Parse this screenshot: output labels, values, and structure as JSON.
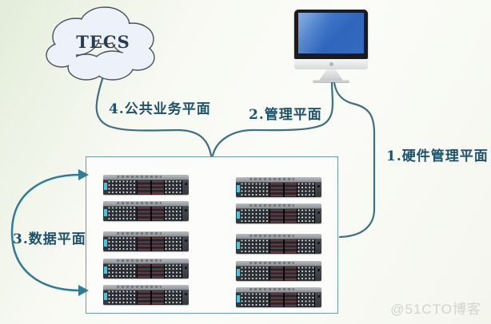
{
  "diagram": {
    "cloud": {
      "label": "TECS"
    },
    "labels": {
      "public_business": "4.公共业务平面",
      "management": "2.管理平面",
      "hardware_management": "1.硬件管理平面",
      "data": "3.数据平面"
    },
    "rack": {
      "left_column_server_count": 5,
      "right_column_server_count": 5
    },
    "watermark": "@51CTO博客",
    "colors": {
      "connector": "#3e7082",
      "data_plane_arrow": "#2f7c99",
      "label_text": "#1c526b",
      "screen": "#2f66bb",
      "cloud_fill": "#edf1f9"
    }
  }
}
